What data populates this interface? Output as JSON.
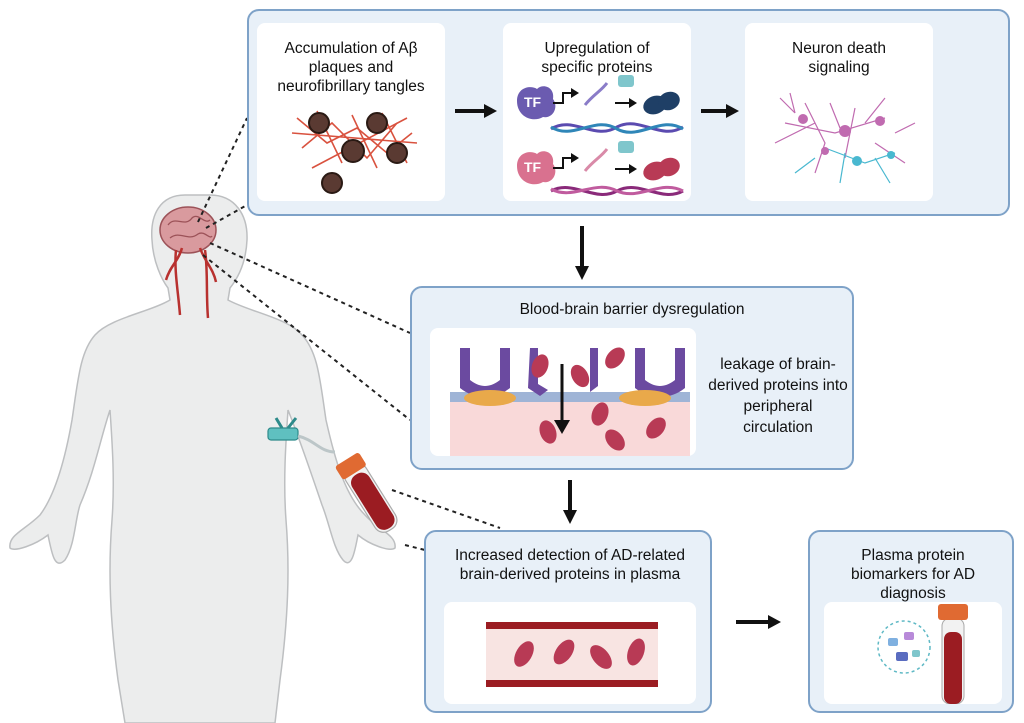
{
  "steps": {
    "plaques": "Accumulation of Aβ plaques and neurofibrillary tangles",
    "upregulation": "Upregulation of specific proteins",
    "neuron_death": "Neuron death signaling",
    "bbb": "Blood-brain barrier dysregulation",
    "leakage": "leakage of brain-derived proteins into peripheral circulation",
    "detection": "Increased detection of AD-related brain-derived proteins in plasma",
    "biomarkers": "Plasma protein biomarkers for AD diagnosis"
  },
  "transcription_factor_label": "TF",
  "colors": {
    "panel_fill": "#e8f0f8",
    "panel_border": "#7ea2c8",
    "protein": "#b83a55",
    "blood_vessel": "#9b1c22",
    "tf_purple": "#6b5bb0",
    "tf_pink": "#d9718f",
    "neuron_pink": "#c06bb0",
    "neuron_cyan": "#49b8d0"
  }
}
